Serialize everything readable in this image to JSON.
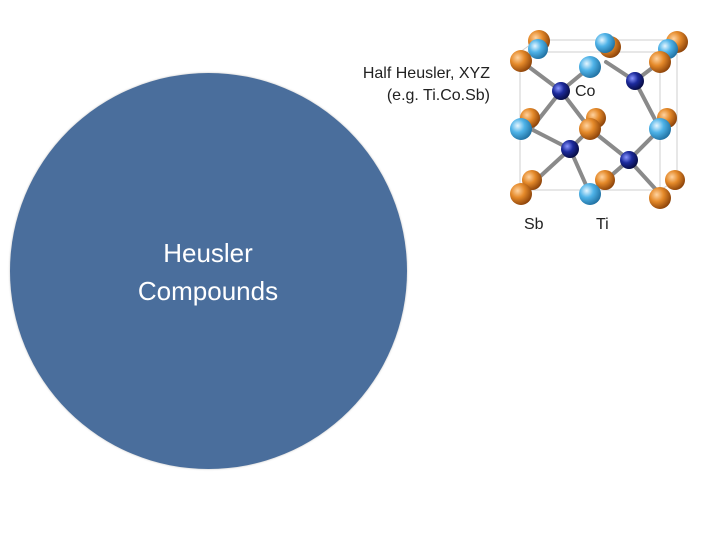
{
  "main_circle": {
    "label_line1": "Heusler",
    "label_line2": "Compounds",
    "fill": "#4a6e9c"
  },
  "half_heusler": {
    "line1": "Half Heusler, XYZ",
    "line2": "(e.g. Ti.Co.Sb)"
  },
  "atom_labels": {
    "co": "Co",
    "sb": "Sb",
    "ti": "Ti"
  },
  "colors": {
    "orange_atom": "#d9771e",
    "light_blue_atom": "#4fb3e8",
    "dark_blue_atom": "#1c2a9c",
    "bond": "#8a8a8a"
  }
}
